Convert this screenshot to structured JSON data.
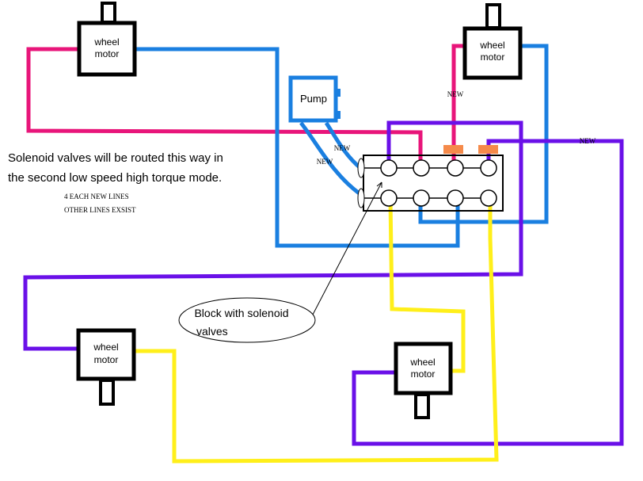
{
  "motors": [
    {
      "id": "top-left",
      "label_line1": "wheel",
      "label_line2": "motor"
    },
    {
      "id": "top-right",
      "label_line1": "wheel",
      "label_line2": "motor"
    },
    {
      "id": "bottom-left",
      "label_line1": "wheel",
      "label_line2": "motor"
    },
    {
      "id": "bottom-center",
      "label_line1": "wheel",
      "label_line2": "motor"
    }
  ],
  "pump": {
    "label": "Pump"
  },
  "notes": {
    "main_line1": "Solenoid valves will be routed this way in",
    "main_line2": "the second low speed high torque mode.",
    "sub_line1": "4 EACH NEW LINES",
    "sub_line2": "OTHER LINES   EXSIST"
  },
  "callout": {
    "line1": "Block with solenoid",
    "line2": "valves"
  },
  "new_labels": [
    "NEW",
    "NEW",
    "NEW",
    "NEW"
  ],
  "colors": {
    "magenta": "#e8157a",
    "blue": "#1a7fe0",
    "purple": "#6a10e8",
    "yellow": "#ffef1a",
    "black": "#000000",
    "orange": "#f58a4a"
  }
}
